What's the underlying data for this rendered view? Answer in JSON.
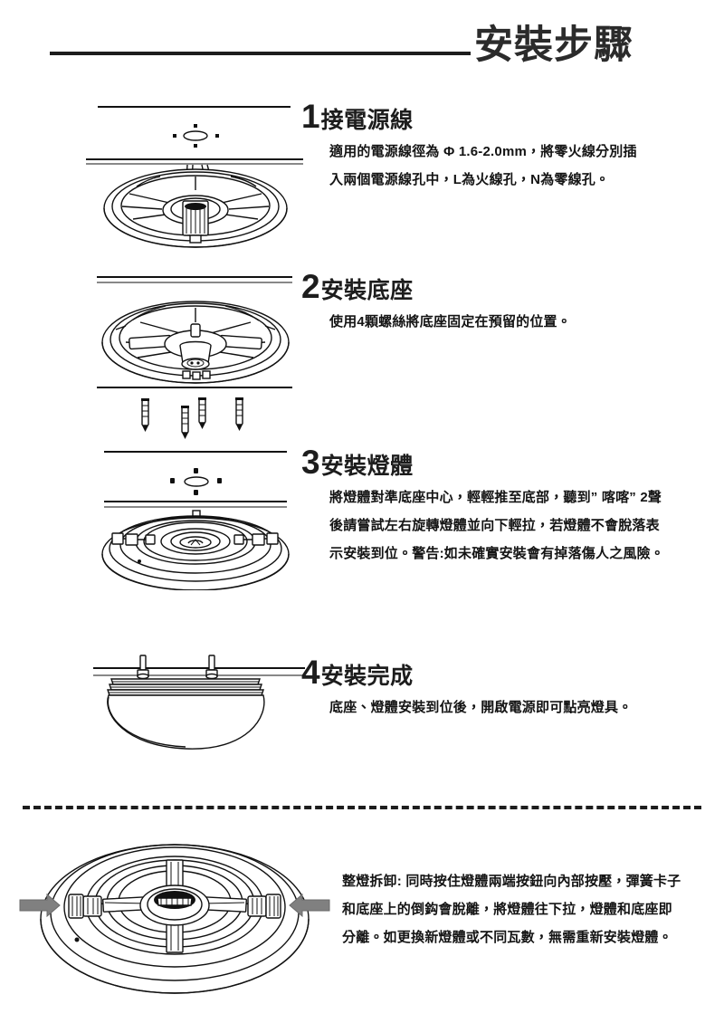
{
  "header": {
    "title": "安裝步驟"
  },
  "steps": [
    {
      "number": "1",
      "title": "接電源線",
      "lines": [
        "適用的電源線徑為 Φ 1.6-2.0mm，將零火線分別插",
        "入兩個電源線孔中，L為火線孔，N為零線孔。"
      ]
    },
    {
      "number": "2",
      "title": "安裝底座",
      "lines": [
        "使用4顆螺絲將底座固定在預留的位置。"
      ]
    },
    {
      "number": "3",
      "title": "安裝燈體",
      "lines": [
        "將燈體對準底座中心，輕輕推至底部，聽到” 喀喀” 2聲",
        "後請嘗試左右旋轉燈體並向下輕拉，若燈體不會脫落表",
        "示安裝到位。警告:如未確實安裝會有掉落傷人之風險。"
      ]
    },
    {
      "number": "4",
      "title": "安裝完成",
      "lines": [
        "底座、燈體安裝到位後，開啟電源即可點亮燈具。"
      ]
    }
  ],
  "removal": {
    "lines": [
      "整燈拆卸: 同時按住燈體兩端按鈕向內部按壓，彈簧卡子",
      "和底座上的倒鈎會脫離，將燈體往下拉，燈體和底座即",
      "分離。如更換新燈體或不同瓦數，無需重新安裝燈體。"
    ]
  },
  "figures": {
    "step1": "ceiling-with-wire-hole-and-base-plate",
    "step2": "base-plate-with-four-screws",
    "step3": "lamp-body-mounting-to-base",
    "step4": "installed-ceiling-lamp-dome",
    "removal": "base-plate-with-press-arrows"
  },
  "colors": {
    "ink": "#1d1d1d",
    "line": "#111111",
    "arrow": "#808080",
    "background": "#ffffff"
  }
}
